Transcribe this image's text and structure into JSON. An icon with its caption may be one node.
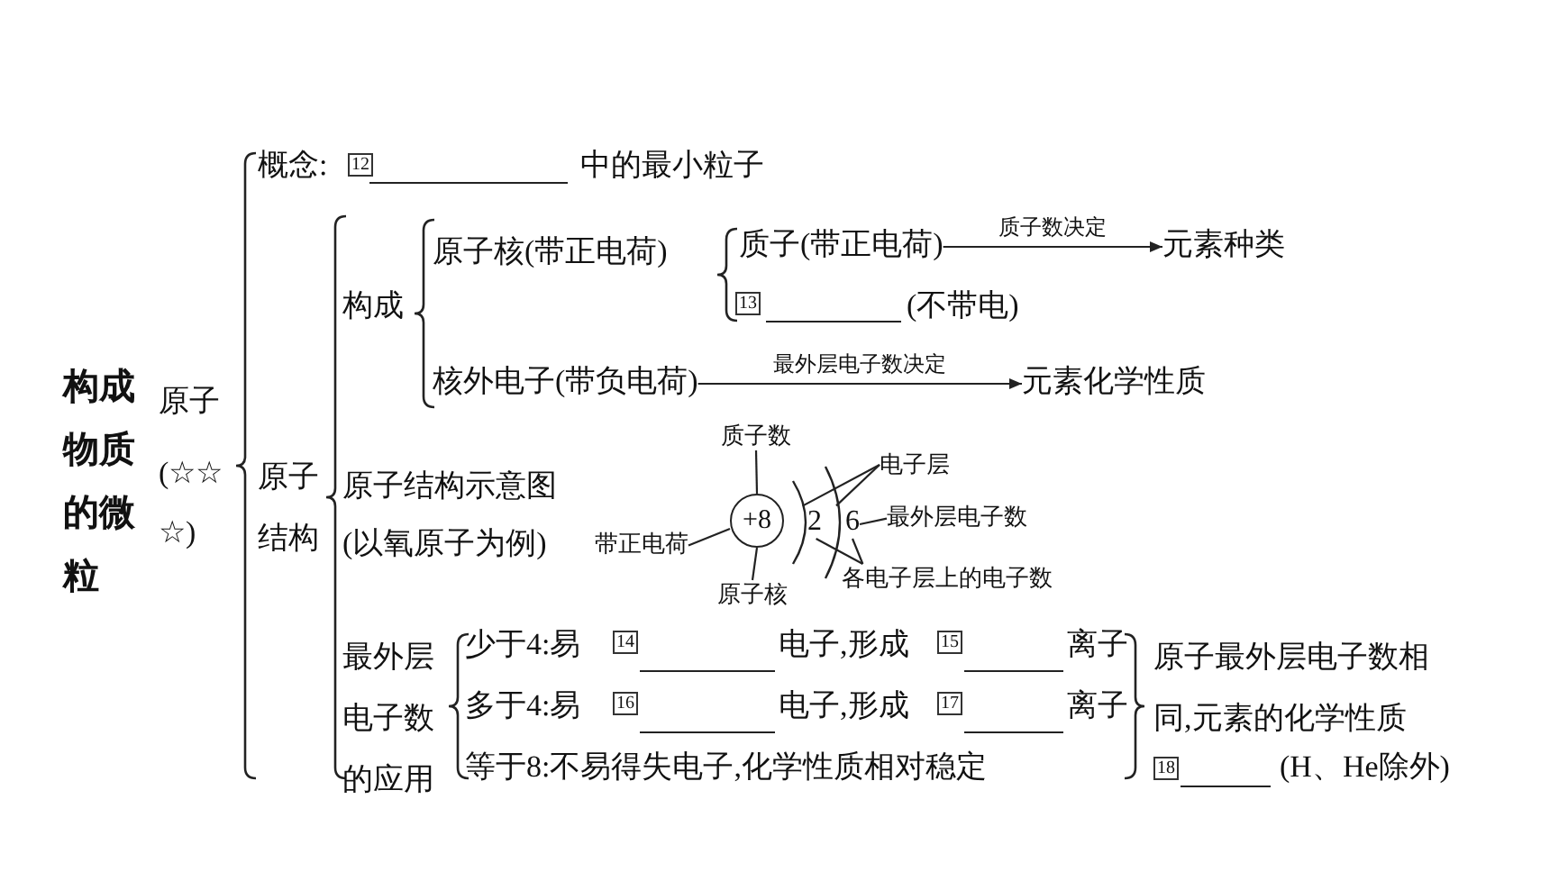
{
  "diagram": {
    "nodes": [
      {
        "text": [
          "质子(带正电荷)"
        ]
      },
      {
        "text": [
          "元素种类"
        ]
      },
      {
        "text": [
          "核外电子(带负电荷)"
        ]
      },
      {
        "text": [
          "元素化学性质"
        ]
      },
      {
        "text": [
          "质子数"
        ]
      },
      {
        "text": [
          "电子层"
        ]
      },
      {
        "text": [
          "最外层电子数"
        ]
      },
      {
        "text": [
          "带正电荷"
        ]
      },
      {
        "text": [
          "+8"
        ]
      },
      {
        "text": [
          "2"
        ]
      },
      {
        "text": [
          "6"
        ]
      },
      {
        "text": [
          "原子核"
        ]
      },
      {
        "text": [
          "各电子层上的电子数"
        ]
      },
      {
        "text": [],
        "shape": "arc"
      },
      {
        "text": [],
        "shape": "arc"
      }
    ],
    "edges": [
      {
        "from": 0,
        "to": 1,
        "arrow": "to",
        "label": "质子数决定"
      },
      {
        "from": 2,
        "to": 3,
        "arrow": "to",
        "label": "最外层电子数决定"
      },
      {
        "from": 4,
        "to": 8,
        "arrow": "none"
      },
      {
        "from": 7,
        "to": 8,
        "arrow": "none"
      },
      {
        "from": 11,
        "to": 8,
        "arrow": "none"
      },
      {
        "from": 5,
        "to": 13,
        "arrow": "none"
      },
      {
        "from": 5,
        "to": 14,
        "arrow": "none"
      },
      {
        "from": 6,
        "to": 10,
        "arrow": "none"
      },
      {
        "from": 12,
        "to": 9,
        "arrow": "none"
      },
      {
        "from": 12,
        "to": 10,
        "arrow": "none"
      }
    ],
    "labels": [
      "构成物质的微粒",
      "原子",
      "(☆☆☆)",
      "概念:",
      "12",
      "中的最小粒子",
      "原子结构",
      "构成",
      "原子核(带正电荷)",
      "13",
      "(不带电)",
      "原子结构示意图",
      "(以氧原子为例)",
      "最外层电子数的应用",
      "少于4:易",
      "14",
      "电子,形成",
      "15",
      "离子",
      "多于4:易",
      "16",
      "电子,形成",
      "17",
      "离子",
      "等于8:不易得失电子,化学性质相对稳定",
      "原子最外层电子数相同,元素的化学性质",
      "18",
      "(H、He除外)"
    ]
  }
}
